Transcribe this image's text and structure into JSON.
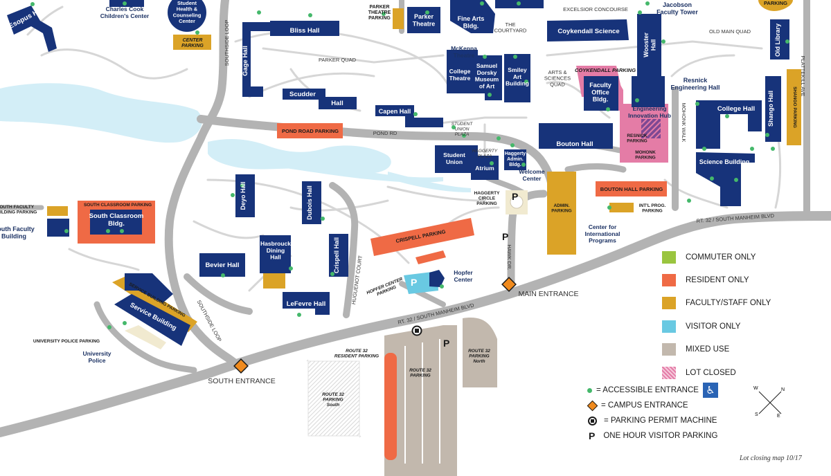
{
  "colors": {
    "building": "#17337a",
    "road": "#b3b3b3",
    "water": "#d3eef7",
    "commuter": "#9ac53f",
    "resident": "#ef6a45",
    "faculty": "#dba327",
    "visitor": "#69c9e2",
    "mixed": "#c2b8ad",
    "closed": "#e47ca6",
    "accessible": "#45b86b",
    "entrance": "#f08a1d"
  },
  "buildings": {
    "esopus": "Esopus Hall",
    "charles_cook": "Charles Cook\nChildren's Center",
    "student_health": "Student\nHealth &\nCounseling\nCenter",
    "bliss": "Bliss Hall",
    "gage": "Gage Hall",
    "parker_theatre": "Parker\nTheatre",
    "fine_arts": "Fine Arts\nBldg.",
    "coykendall": "Coykendall Science",
    "jacobson": "Jacobson\nFaculty Tower",
    "old_library": "Old Library",
    "wooster": "Wooster\nHall",
    "scudder": "Scudder",
    "hall_small": "Hall",
    "mckenna": "McKenna\nTheatre",
    "college_theatre": "College\nTheatre",
    "dorsky": "Samuel\nDorsky\nMuseum\nof Art",
    "smiley": "Smiley\nArt\nBuilding",
    "capen": "Capen Hall",
    "faculty_office": "Faculty\nOffice\nBldg.",
    "resnick": "Resnick\nEngineering Hall",
    "engineering_hub": "Engineering\nInnovation Hub",
    "college_hall": "College Hall",
    "shango": "Shango Hall",
    "student_union": "Student\nUnion",
    "atrium": "Atrium",
    "haggerty_admin": "Haggerty\nAdmin.\nBldg.",
    "welcome": "Welcome\nCenter",
    "bouton": "Bouton Hall",
    "science": "Science Building",
    "south_faculty": "South Faculty\nBuilding",
    "south_classroom": "South Classroom\nBldg.",
    "deyo": "Deyo Hall",
    "dubois": "Dubois Hall",
    "crispell": "Crispell Hall",
    "hasbrouck": "Hasbrouck\nDining\nHall",
    "bevier": "Bevier Hall",
    "lefevre": "LeFevre Hall",
    "hopfer": "Hopfer\nCenter",
    "service": "Service Building",
    "univ_police": "University\nPolice",
    "intl": "Center for\nInternational\nPrograms"
  },
  "parking": {
    "center": "CENTER\nPARKING",
    "parker_theatre": "PARKER\nTHEATRE\nPARKING",
    "parking_top": "PARKING",
    "pond_road": "POND ROAD PARKING",
    "coykendall": "COYKENDALL PARKING",
    "resnick": "RESNICK\nPARKING",
    "mohonk": "MOHONK\nPARKING",
    "shango": "SHANGO PARKING",
    "bouton": "BOUTON HALL PARKING",
    "intl": "INT'L PROG.\nPARKING",
    "admin": "ADMIN.\nPARKING",
    "haggerty_circle": "HAGGERTY\nCIRCLE\nPARKING",
    "south_classroom": "SOUTH CLASSROOM PARKING",
    "south_faculty": "SOUTH FACULTY\nBUILDING PARKING",
    "crispell": "CRISPELL PARKING",
    "hopfer": "HOPFER CENTER\nPARKING",
    "service": "SERVICE BUILDING PARKING",
    "univ_police": "UNIVERSITY POLICE PARKING",
    "route32_resident": "ROUTE 32\nRESIDENT PARKING",
    "route32": "ROUTE 32\nPARKING",
    "route32_north": "ROUTE 32\nPARKING\nNorth",
    "route32_south": "ROUTE 32\nPARKING\nSouth"
  },
  "areas": {
    "excelsior": "EXCELSIOR CONCOURSE",
    "courtyard": "THE\nCOURTYARD",
    "old_main_quad": "OLD MAIN QUAD",
    "parker_quad": "PARKER QUAD",
    "arts_sciences_quad": "ARTS &\nSCIENCES\nQUAD",
    "student_union_plaza": "STUDENT\nUNION\nPLAZA",
    "haggerty_plaza": "HAGGERTY\nPLAZA"
  },
  "roads": {
    "southside_loop_n": "SOUTHSIDE LOOP",
    "southside_loop_s": "SOUTHSIDE LOOP",
    "pond_rd": "POND RD",
    "mohonk_walk": "MOHONK WALK",
    "plattekill": "PLATTEKILL AVE",
    "rt32_e": "RT. 32 / SOUTH MANHEIM BLVD",
    "rt32_w": "RT. 32 / SOUTH MANHEIM BLVD",
    "hawk_dr": "HAWK DR.",
    "huguenot": "HUGUENOT COURT"
  },
  "entrances": {
    "main": "MAIN ENTRANCE",
    "south": "SOUTH ENTRANCE"
  },
  "legend": {
    "items": [
      {
        "label": "COMMUTER ONLY",
        "color": "#9ac53f"
      },
      {
        "label": "RESIDENT ONLY",
        "color": "#ef6a45"
      },
      {
        "label": "FACULTY/STAFF ONLY",
        "color": "#dba327"
      },
      {
        "label": "VISITOR ONLY",
        "color": "#69c9e2"
      },
      {
        "label": "MIXED USE",
        "color": "#c2b8ad"
      },
      {
        "label": "LOT CLOSED",
        "color": "#e47ca6"
      }
    ],
    "accessible": "= ACCESSIBLE ENTRANCE",
    "campus_entrance": "= CAMPUS ENTRANCE",
    "permit_machine": "= PARKING PERMIT MACHINE",
    "visitor_parking": "ONE HOUR VISITOR PARKING",
    "p_symbol": "P"
  },
  "compass": {
    "n": "N",
    "s": "S",
    "e": "E",
    "w": "W"
  },
  "footer": "Lot closing map 10/17"
}
